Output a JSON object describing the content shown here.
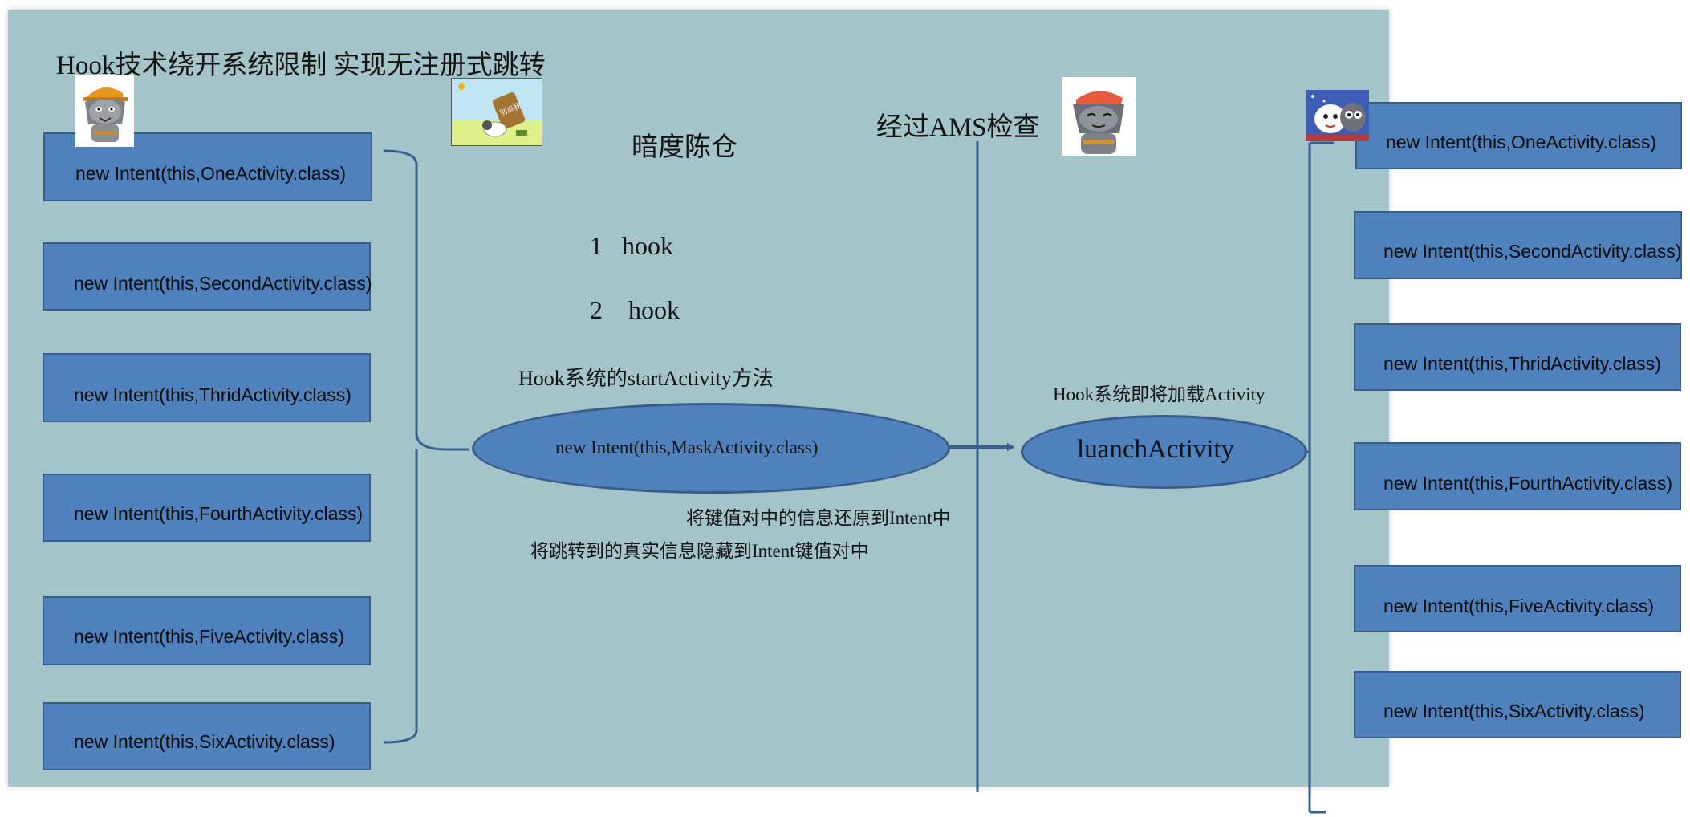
{
  "title": "Hook技术绕开系统限制 实现无注册式跳转",
  "step_header": "暗度陈仓",
  "steps": [
    "1   hook",
    "2    hook"
  ],
  "ams_check": "经过AMS检查",
  "hook_start_label": "Hook系统的startActivity方法",
  "hook_load_label": "Hook系统即将加载Activity",
  "restore_label": "将键值对中的信息还原到Intent中",
  "hide_label": "将跳转到的真实信息隐藏到Intent键值对中",
  "mask_intent": "new Intent(this,MaskActivity.class)",
  "launch_activity": "luanchActivity",
  "sign_text": "别点我",
  "left_intents": [
    "new Intent(this,OneActivity.class)",
    "new Intent(this,SecondActivity.class)",
    "new Intent(this,ThridActivity.class)",
    "new Intent(this,FourthActivity.class)",
    "new Intent(this,FiveActivity.class)",
    "new Intent(this,SixActivity.class)"
  ],
  "right_intents": [
    "new Intent(this,OneActivity.class)",
    "new Intent(this,SecondActivity.class)",
    "new Intent(this,ThridActivity.class)",
    "new Intent(this,FourthActivity.class)",
    "new Intent(this,FiveActivity.class)",
    "new Intent(this,SixActivity.class)"
  ],
  "colors": {
    "slide_background": "#a3c4c9",
    "shape_fill": "#4f81bd",
    "shape_border": "#385d8a",
    "connector": "#3a5f8e"
  }
}
